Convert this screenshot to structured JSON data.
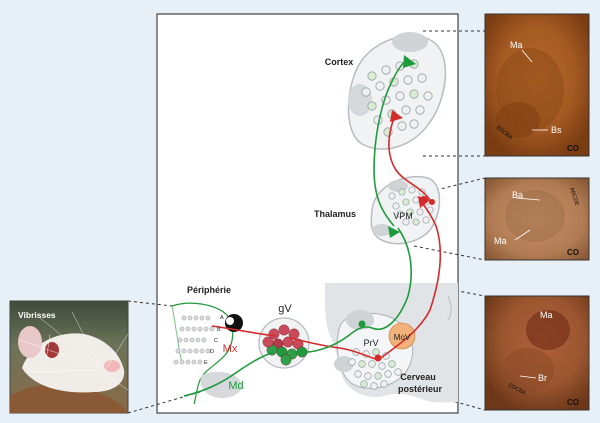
{
  "labels": {
    "cortex": "Cortex",
    "thalamus": "Thalamus",
    "vpm": "VPM",
    "peripherie": "Périphérie",
    "gv": "gV",
    "mx": "Mx",
    "md": "Md",
    "prv": "PrV",
    "mov": "MoV",
    "cerveau_line1": "Cerveau",
    "cerveau_line2": "postérieur",
    "vibrisses": "Vibrisses",
    "whisker_rows": [
      "A",
      "B",
      "C",
      "D",
      "E"
    ]
  },
  "photos": {
    "cortex": {
      "ma": "Ma",
      "bs": "Bs",
      "co": "CO",
      "rows": "EDCBA"
    },
    "thalamus": {
      "ba": "Ba",
      "ma": "Ma",
      "co": "CO",
      "rows": "ABCDE"
    },
    "brainstem": {
      "ma": "Ma",
      "br": "Br",
      "co": "CO",
      "rows": "EDCBA"
    }
  },
  "colors": {
    "green_pathway": "#1f9a3c",
    "red_pathway": "#d42a2a",
    "mx_label": "#d42a2a",
    "md_label": "#1f9a3c",
    "mov_fill": "#f0b27a"
  }
}
